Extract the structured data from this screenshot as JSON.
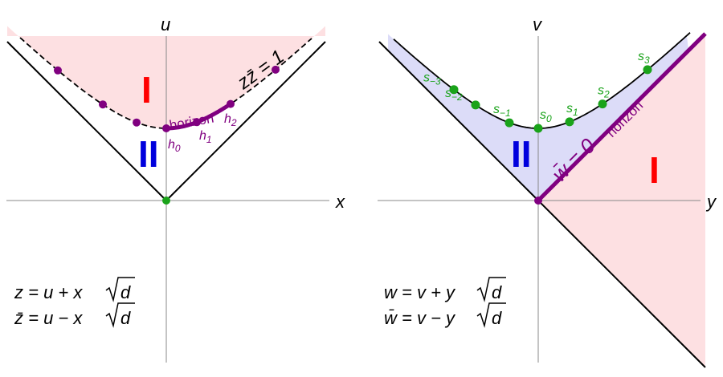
{
  "colors": {
    "purple": "#800080",
    "green": "#1aa31a",
    "region_I_fill": "#fde0e2",
    "region_II_fill": "#dcdcf8",
    "label_I": "#ff0000",
    "label_II": "#0000dd"
  },
  "left_panel": {
    "axis_u": "u",
    "axis_x": "x",
    "region_I": "I",
    "region_II": "II",
    "curve_label": "zz̄ = 1",
    "horizon_label": "horizon",
    "points": [
      {
        "label": "h",
        "sub": "0"
      },
      {
        "label": "h",
        "sub": "1"
      },
      {
        "label": "h",
        "sub": "2"
      }
    ],
    "formula_1": {
      "lhs": "z",
      "rest": " = u + x"
    },
    "formula_2": {
      "lhs": "z̄",
      "rest": " = u − x"
    },
    "sqrt_arg": "d"
  },
  "right_panel": {
    "axis_v": "v",
    "axis_y": "y",
    "region_I": "I",
    "region_II": "II",
    "line_label": "w̄ = 0",
    "horizon_label": "horizon",
    "points": [
      {
        "label": "s",
        "sub": "−3"
      },
      {
        "label": "s",
        "sub": "−2"
      },
      {
        "label": "s",
        "sub": "−1"
      },
      {
        "label": "s",
        "sub": "0"
      },
      {
        "label": "s",
        "sub": "1"
      },
      {
        "label": "s",
        "sub": "2"
      },
      {
        "label": "s",
        "sub": "3"
      }
    ],
    "formula_1": {
      "lhs": "w",
      "rest": " = v + y"
    },
    "formula_2": {
      "lhs": "w̄",
      "rest": " = v − y"
    },
    "sqrt_arg": "d"
  }
}
